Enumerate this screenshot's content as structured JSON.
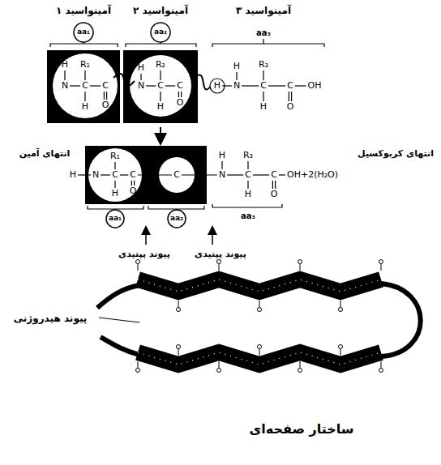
{
  "diagram": {
    "labels": [
      "آمینواسید ۱",
      "آمینواسید ۲",
      "آمینواسید ۳",
      "aa₁",
      "aa₂",
      "aa₃",
      "H",
      "N",
      "R₁",
      "C",
      "H",
      "C",
      "O",
      "H",
      "N",
      "R₂",
      "C",
      "H",
      "C",
      "O",
      "H",
      "N",
      "H",
      "R₃",
      "C",
      "H",
      "C",
      "O",
      "OH",
      "انتهای آمین",
      "انتهای کربوکسیل",
      "H",
      "N",
      "R₁",
      "C",
      "H",
      "C",
      "O",
      "C",
      "N",
      "H",
      "R₃",
      "C",
      "H",
      "C",
      "O",
      "OH+2(H₂O)",
      "aa₁",
      "aa₂",
      "aa₃",
      "پیوند پپتیدی",
      "پیوند پپتیدی",
      "پیوند هیدروژنی",
      "ساختار صفحه‌ای"
    ]
  }
}
